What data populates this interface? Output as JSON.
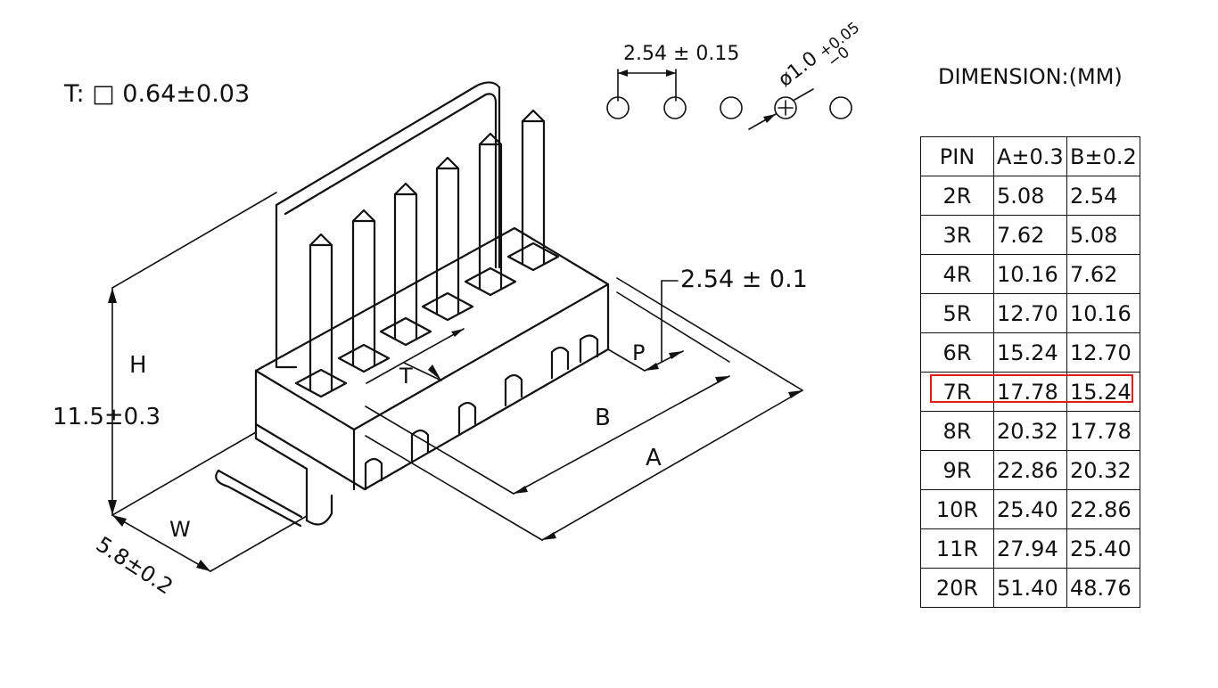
{
  "labels": {
    "thickness": "T: □ 0.64±0.03",
    "pitch_top": "2.54 ± 0.15",
    "hole_dia": "ø1.0",
    "hole_tol_plus": "+0.05",
    "hole_tol_minus": "−0",
    "dimension_header": "DIMENSION:(MM)",
    "pitch_right": "2.54 ± 0.1",
    "h": "H",
    "height": "11.5±0.3",
    "t": "T",
    "p": "P",
    "b": "B",
    "a": "A",
    "w": "W",
    "width": "5.8±0.2"
  },
  "table": {
    "headers": [
      "PIN",
      "A±0.3",
      "B±0.2"
    ],
    "rows": [
      [
        "2R",
        "5.08",
        "2.54"
      ],
      [
        "3R",
        "7.62",
        "5.08"
      ],
      [
        "4R",
        "10.16",
        "7.62"
      ],
      [
        "5R",
        "12.70",
        "10.16"
      ],
      [
        "6R",
        "15.24",
        "12.70"
      ],
      [
        "7R",
        "17.78",
        "15.24"
      ],
      [
        "8R",
        "20.32",
        "17.78"
      ],
      [
        "9R",
        "22.86",
        "20.32"
      ],
      [
        "10R",
        "25.40",
        "22.86"
      ],
      [
        "11R",
        "27.94",
        "25.40"
      ],
      [
        "20R",
        "51.40",
        "48.76"
      ]
    ]
  },
  "colors": {
    "line": "#111111",
    "highlight": "#e21b1b"
  }
}
